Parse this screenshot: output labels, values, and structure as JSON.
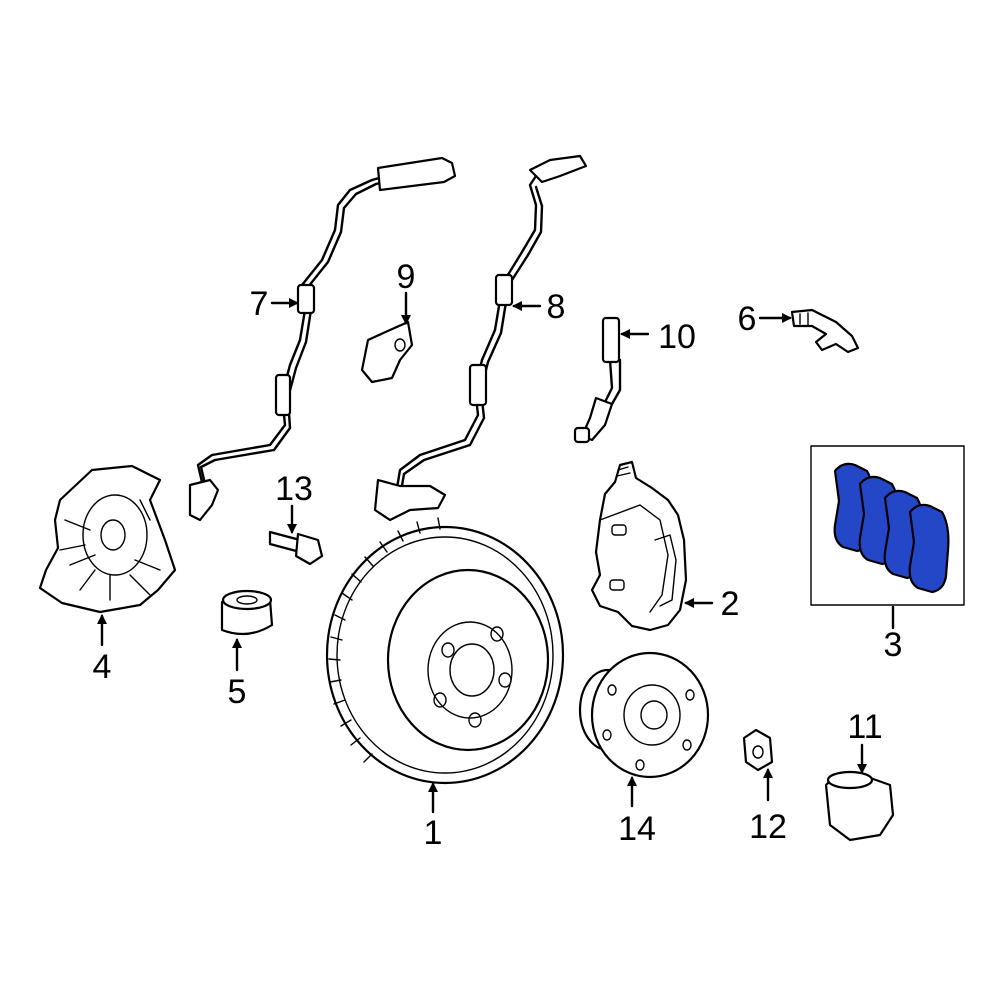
{
  "callouts": [
    {
      "id": "1",
      "text": "1"
    },
    {
      "id": "2",
      "text": "2"
    },
    {
      "id": "3",
      "text": "3"
    },
    {
      "id": "4",
      "text": "4"
    },
    {
      "id": "5",
      "text": "5"
    },
    {
      "id": "6",
      "text": "6"
    },
    {
      "id": "7",
      "text": "7"
    },
    {
      "id": "8",
      "text": "8"
    },
    {
      "id": "9",
      "text": "9"
    },
    {
      "id": "10",
      "text": "10"
    },
    {
      "id": "11",
      "text": "11"
    },
    {
      "id": "12",
      "text": "12"
    },
    {
      "id": "13",
      "text": "13"
    },
    {
      "id": "14",
      "text": "14"
    }
  ],
  "highlight_color": "#2447c8"
}
